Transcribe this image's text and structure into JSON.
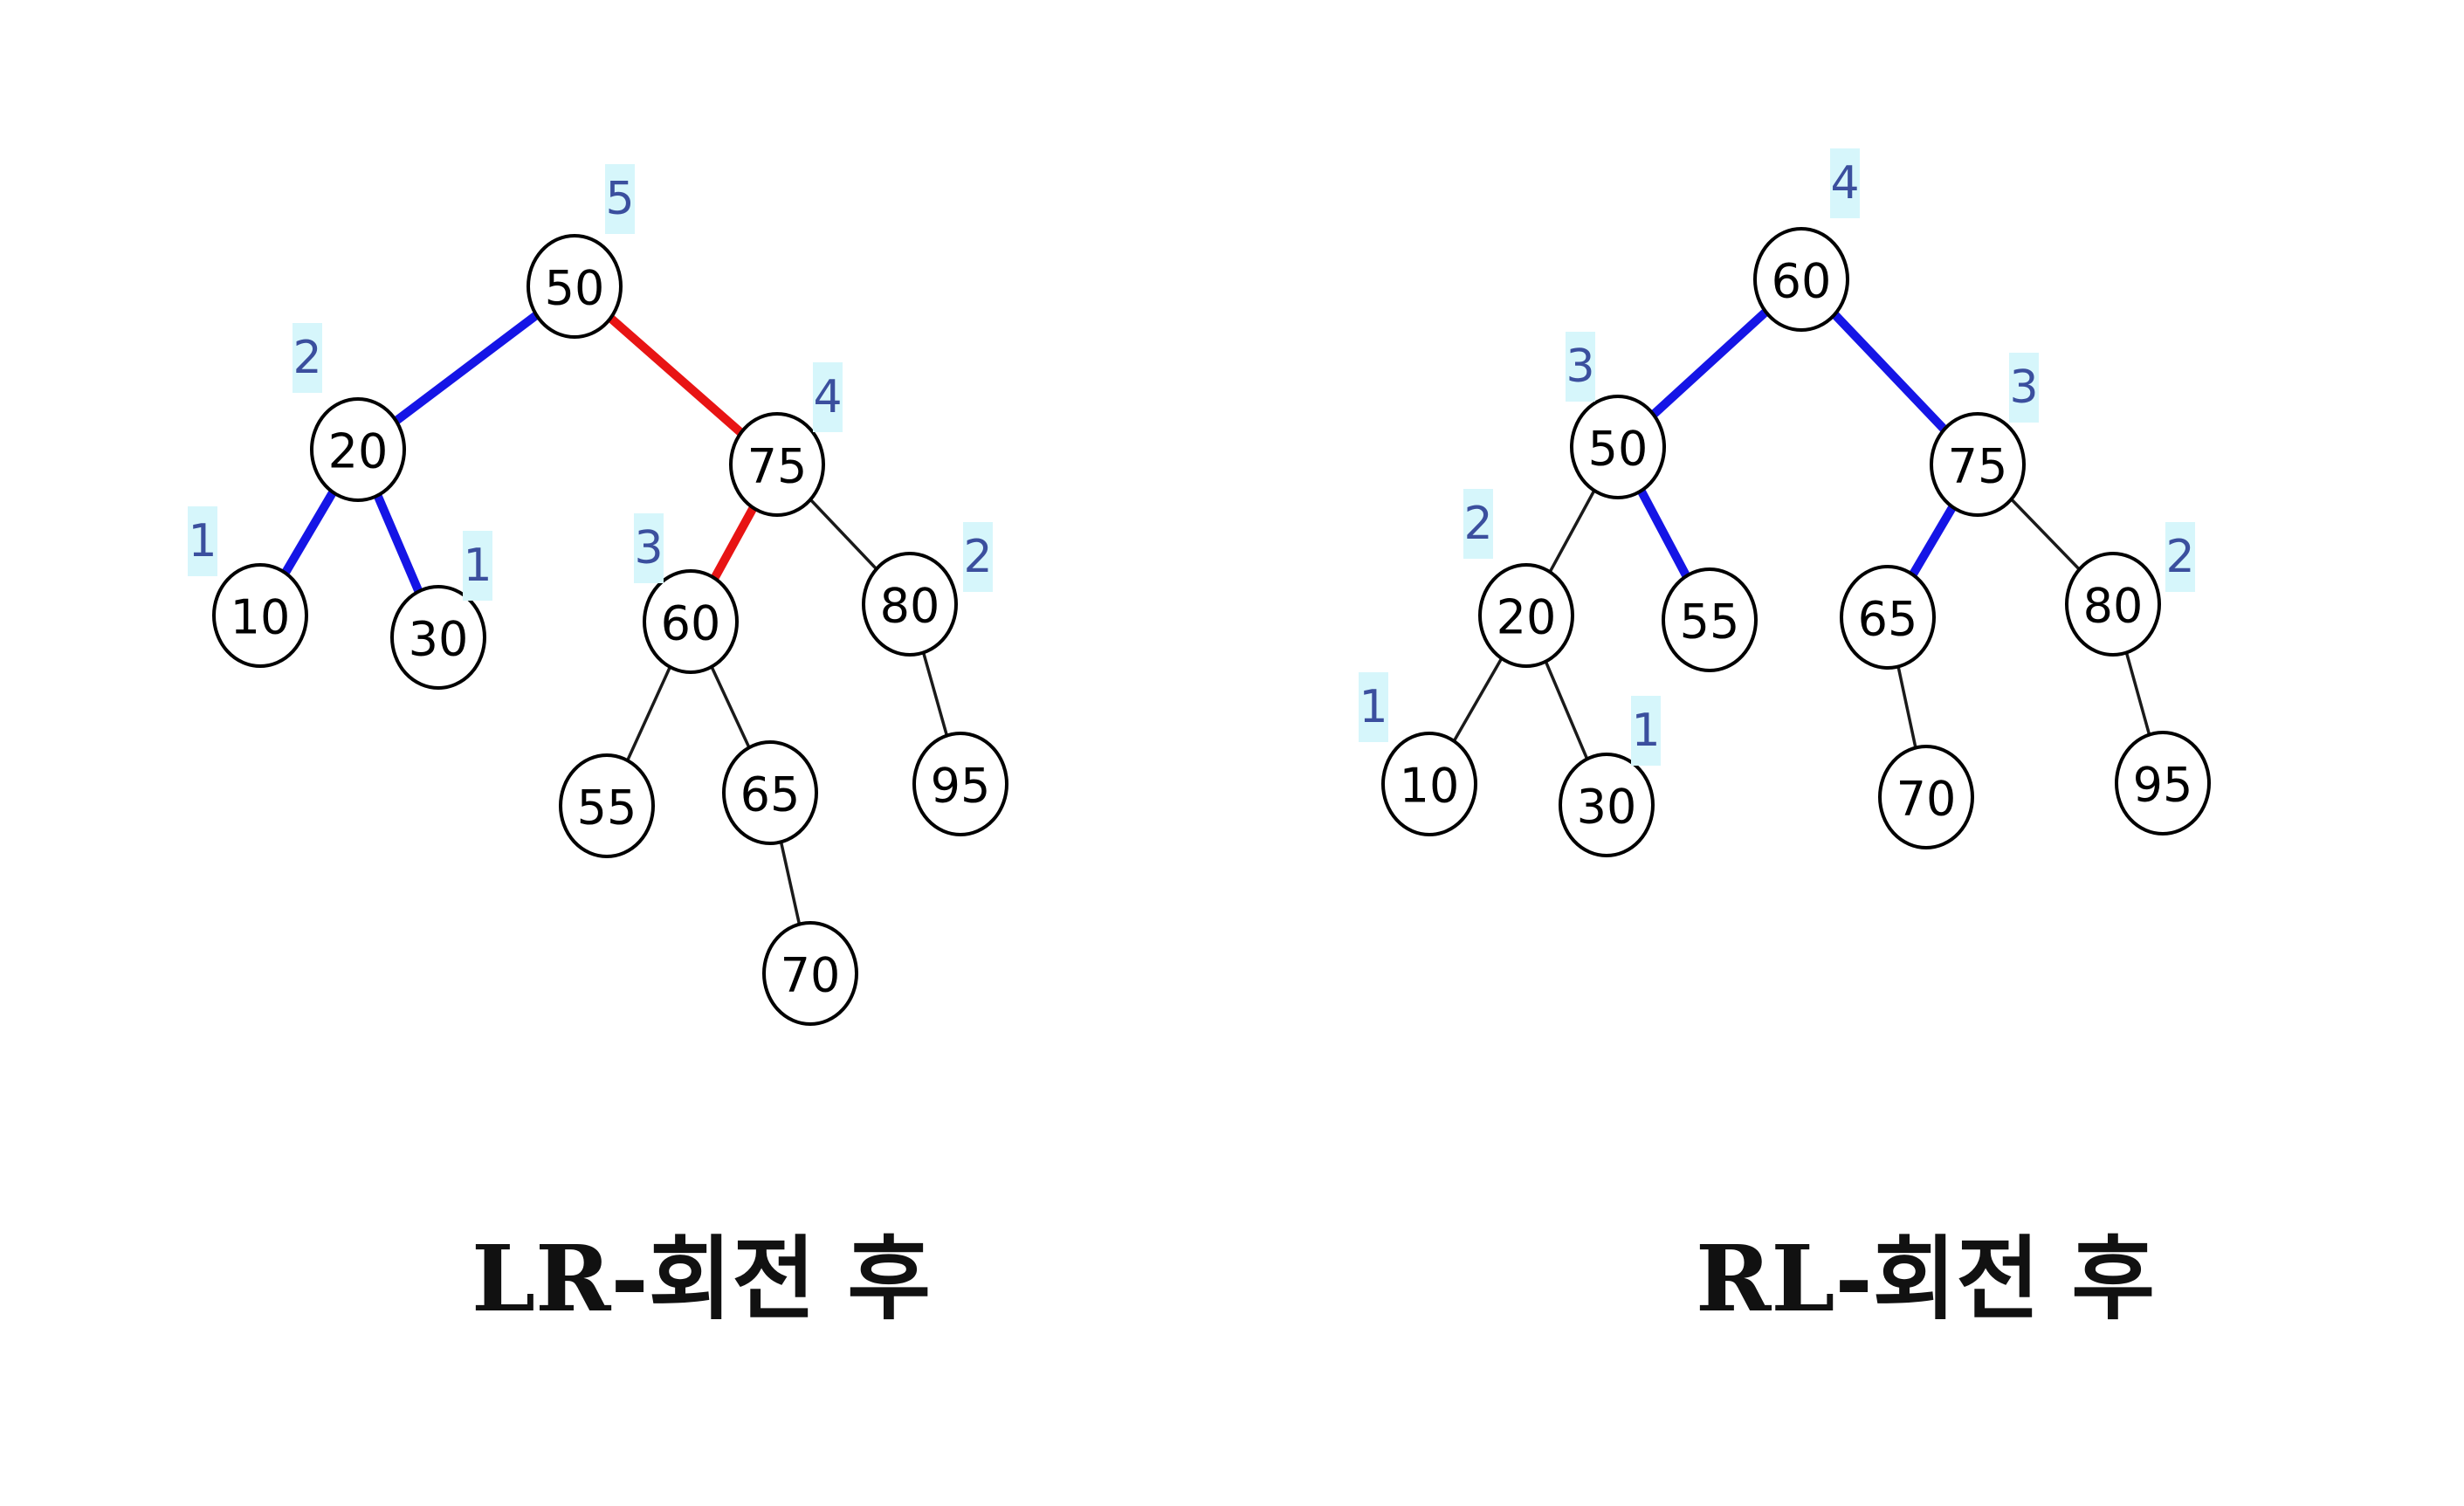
{
  "colors": {
    "blue": "#1515e6",
    "red": "#e81414",
    "black": "#1a1a1a",
    "height_bg": "#d6f6fb",
    "height_text": "#3b4f9e"
  },
  "trees": [
    {
      "caption": "LR-회전 후",
      "nodes": [
        {
          "id": "50",
          "label": "50",
          "height": "5"
        },
        {
          "id": "20",
          "label": "20",
          "height": "2"
        },
        {
          "id": "75",
          "label": "75",
          "height": "4"
        },
        {
          "id": "10",
          "label": "10",
          "height": "1"
        },
        {
          "id": "30",
          "label": "30",
          "height": "1"
        },
        {
          "id": "60",
          "label": "60",
          "height": "3"
        },
        {
          "id": "80",
          "label": "80",
          "height": "2"
        },
        {
          "id": "55",
          "label": "55"
        },
        {
          "id": "65",
          "label": "65"
        },
        {
          "id": "95",
          "label": "95"
        },
        {
          "id": "70",
          "label": "70"
        }
      ],
      "edges": [
        {
          "from": "50",
          "to": "20",
          "color": "blue"
        },
        {
          "from": "50",
          "to": "75",
          "color": "red"
        },
        {
          "from": "20",
          "to": "10",
          "color": "blue"
        },
        {
          "from": "20",
          "to": "30",
          "color": "blue"
        },
        {
          "from": "75",
          "to": "60",
          "color": "red"
        },
        {
          "from": "75",
          "to": "80",
          "color": "black"
        },
        {
          "from": "60",
          "to": "55",
          "color": "black"
        },
        {
          "from": "60",
          "to": "65",
          "color": "black"
        },
        {
          "from": "80",
          "to": "95",
          "color": "black"
        },
        {
          "from": "65",
          "to": "70",
          "color": "black"
        }
      ]
    },
    {
      "caption": "RL-회전 후",
      "nodes": [
        {
          "id": "60",
          "label": "60",
          "height": "4"
        },
        {
          "id": "50",
          "label": "50",
          "height": "3"
        },
        {
          "id": "75",
          "label": "75",
          "height": "3"
        },
        {
          "id": "20",
          "label": "20",
          "height": "2"
        },
        {
          "id": "55",
          "label": "55"
        },
        {
          "id": "65",
          "label": "65"
        },
        {
          "id": "80",
          "label": "80",
          "height": "2"
        },
        {
          "id": "10",
          "label": "10",
          "height": "1"
        },
        {
          "id": "30",
          "label": "30",
          "height": "1"
        },
        {
          "id": "70",
          "label": "70"
        },
        {
          "id": "95",
          "label": "95"
        }
      ],
      "edges": [
        {
          "from": "60",
          "to": "50",
          "color": "blue"
        },
        {
          "from": "60",
          "to": "75",
          "color": "blue"
        },
        {
          "from": "50",
          "to": "20",
          "color": "black"
        },
        {
          "from": "50",
          "to": "55",
          "color": "blue"
        },
        {
          "from": "75",
          "to": "65",
          "color": "blue"
        },
        {
          "from": "75",
          "to": "80",
          "color": "black"
        },
        {
          "from": "20",
          "to": "10",
          "color": "black"
        },
        {
          "from": "20",
          "to": "30",
          "color": "black"
        },
        {
          "from": "65",
          "to": "70",
          "color": "black"
        },
        {
          "from": "80",
          "to": "95",
          "color": "black"
        }
      ]
    }
  ]
}
